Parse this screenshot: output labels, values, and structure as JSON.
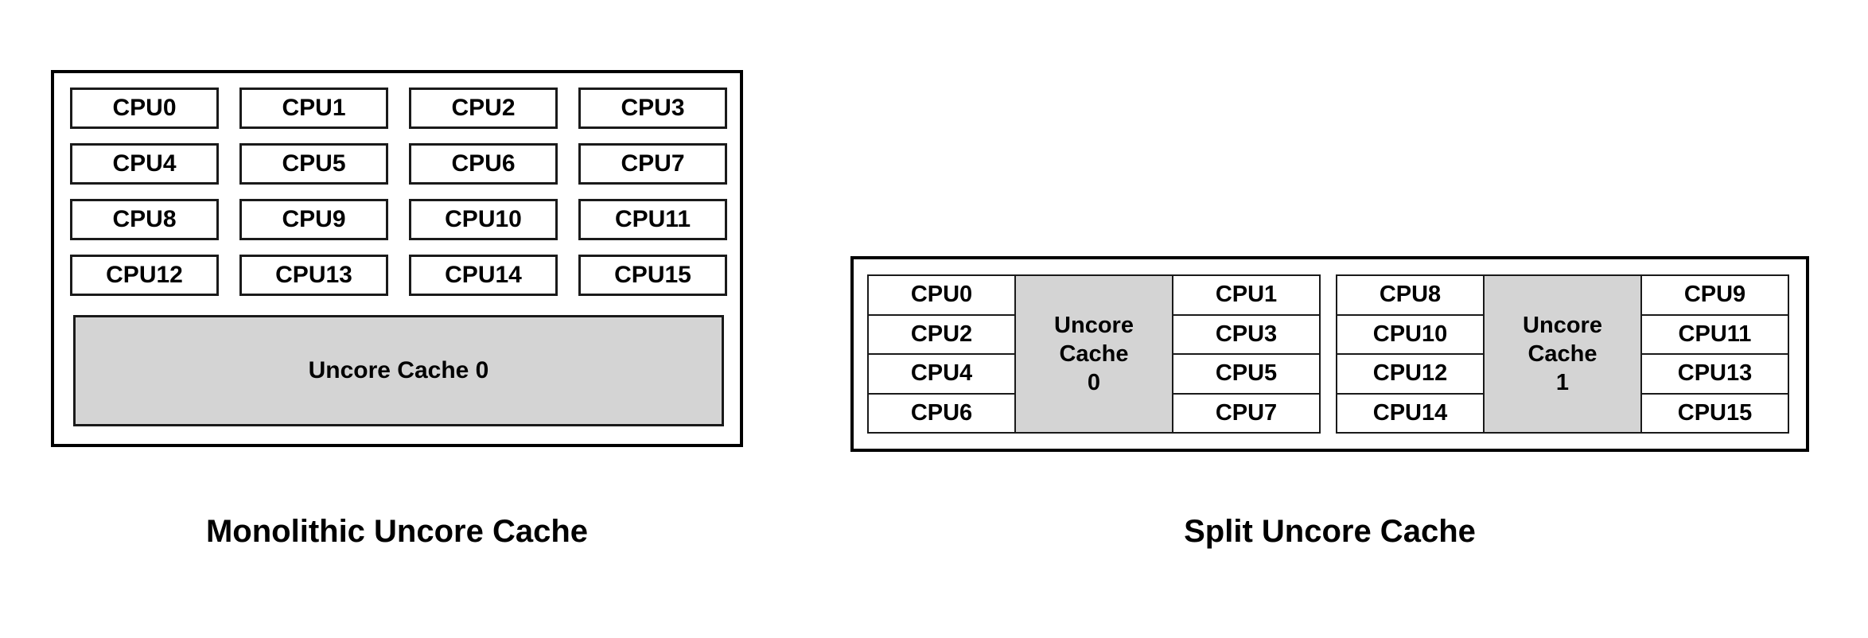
{
  "figures": [
    {
      "id": "monolithic",
      "caption": "Monolithic Uncore Cache",
      "cpus": [
        "CPU0",
        "CPU1",
        "CPU2",
        "CPU3",
        "CPU4",
        "CPU5",
        "CPU6",
        "CPU7",
        "CPU8",
        "CPU9",
        "CPU10",
        "CPU11",
        "CPU12",
        "CPU13",
        "CPU14",
        "CPU15"
      ],
      "cache_label": "Uncore Cache 0"
    },
    {
      "id": "split",
      "caption": "Split Uncore Cache",
      "clusters": [
        {
          "left_cpus": [
            "CPU0",
            "CPU2",
            "CPU4",
            "CPU6"
          ],
          "cache_lines": [
            "Uncore",
            "Cache",
            "0"
          ],
          "right_cpus": [
            "CPU1",
            "CPU3",
            "CPU5",
            "CPU7"
          ]
        },
        {
          "left_cpus": [
            "CPU8",
            "CPU10",
            "CPU12",
            "CPU14"
          ],
          "cache_lines": [
            "Uncore",
            "Cache",
            "1"
          ],
          "right_cpus": [
            "CPU9",
            "CPU11",
            "CPU13",
            "CPU15"
          ]
        }
      ]
    }
  ],
  "colors": {
    "cache_fill": "#d4d4d4",
    "border": "#000000",
    "background": "#ffffff",
    "text": "#000000"
  }
}
